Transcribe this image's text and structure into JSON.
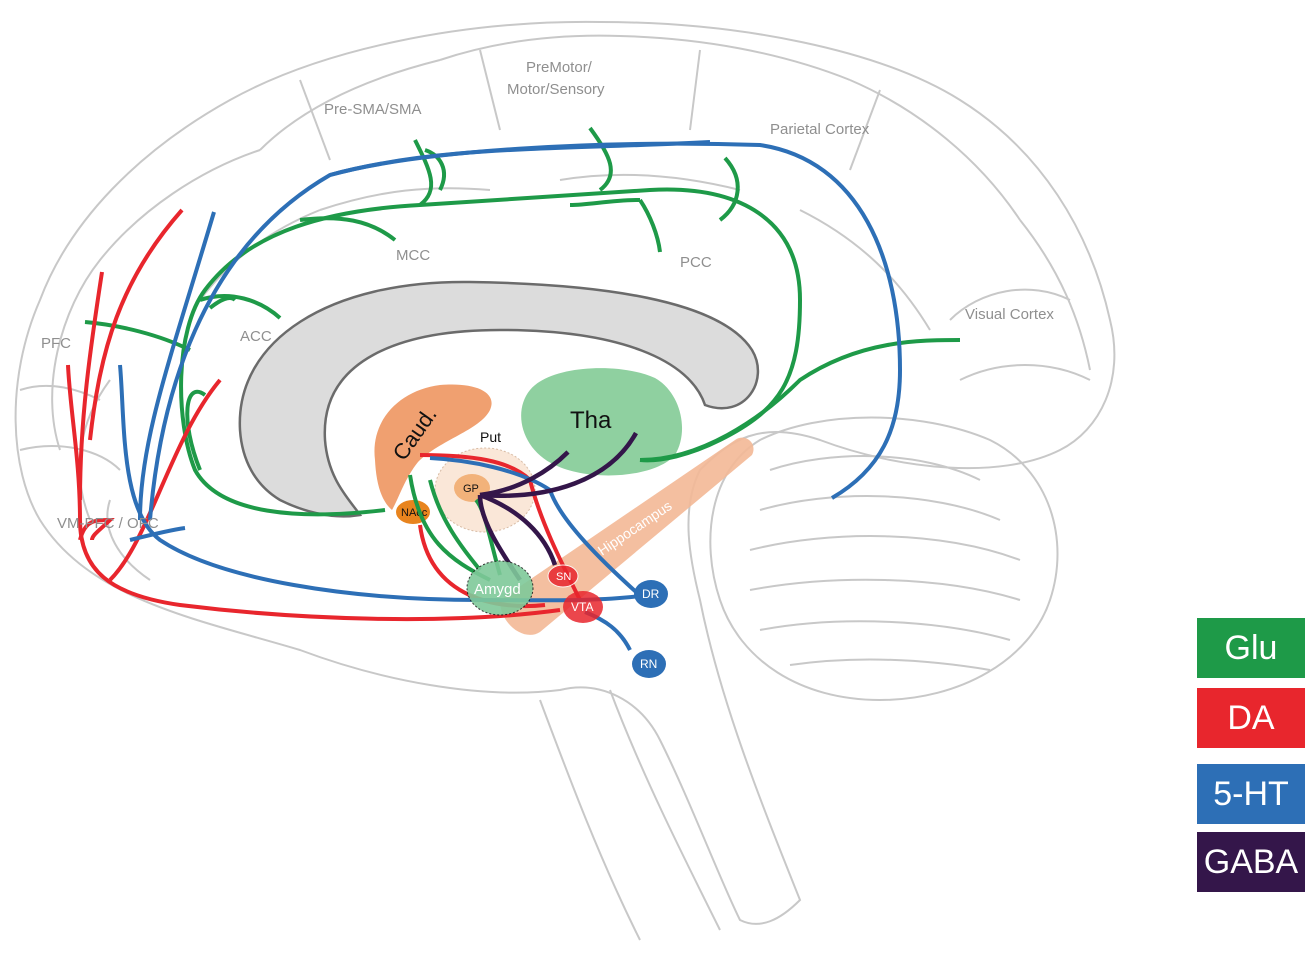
{
  "regions": {
    "premotor_line1": "PreMotor/",
    "premotor_line2": "Motor/Sensory",
    "pre_sma": "Pre-SMA/SMA",
    "parietal": "Parietal Cortex",
    "mcc": "MCC",
    "pcc": "PCC",
    "visual": "Visual Cortex",
    "acc": "ACC",
    "pfc": "PFC",
    "vmpfc": "VM-PFC / OFC"
  },
  "structures": {
    "caudate": "Caud.",
    "thalamus": "Tha",
    "putamen": "Put",
    "gp": "GP",
    "nacc": "NAcc",
    "hippocampus": "Hippocampus",
    "sn": "SN",
    "amygdala": "Amygd",
    "vta": "VTA",
    "dr": "DR",
    "rn": "RN"
  },
  "legend": [
    {
      "label": "Glu",
      "color": "#1e9a48"
    },
    {
      "label": "DA",
      "color": "#e8262d"
    },
    {
      "label": "5-HT",
      "color": "#2d6fb6"
    },
    {
      "label": "GABA",
      "color": "#34164a"
    }
  ],
  "colors": {
    "glu": "#1e9a48",
    "da": "#e8262d",
    "ht": "#2d6fb6",
    "gaba": "#34164a",
    "outline": "#c8c8c8",
    "ventricle": "#dcdcdc",
    "caudate": "#f0a070",
    "thalamus": "#8fd0a0",
    "hippocampus": "#f3b896"
  }
}
